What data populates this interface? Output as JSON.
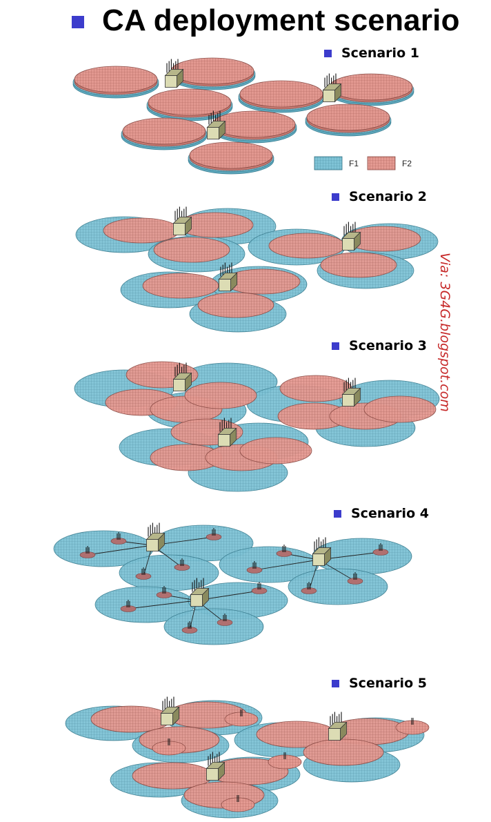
{
  "title": "CA deployment scenario",
  "watermark": "Via: 3G4G.blogspot.com",
  "colors": {
    "bullet": "#3c3ccc",
    "f1": "#7fc3d6",
    "f2": "#e89a92",
    "watermark": "#c62828"
  },
  "legend": {
    "f1": "F1",
    "f2": "F2"
  },
  "scenarios": [
    {
      "label": "Scenario 1"
    },
    {
      "label": "Scenario 2"
    },
    {
      "label": "Scenario 3"
    },
    {
      "label": "Scenario 4"
    },
    {
      "label": "Scenario 5"
    }
  ]
}
